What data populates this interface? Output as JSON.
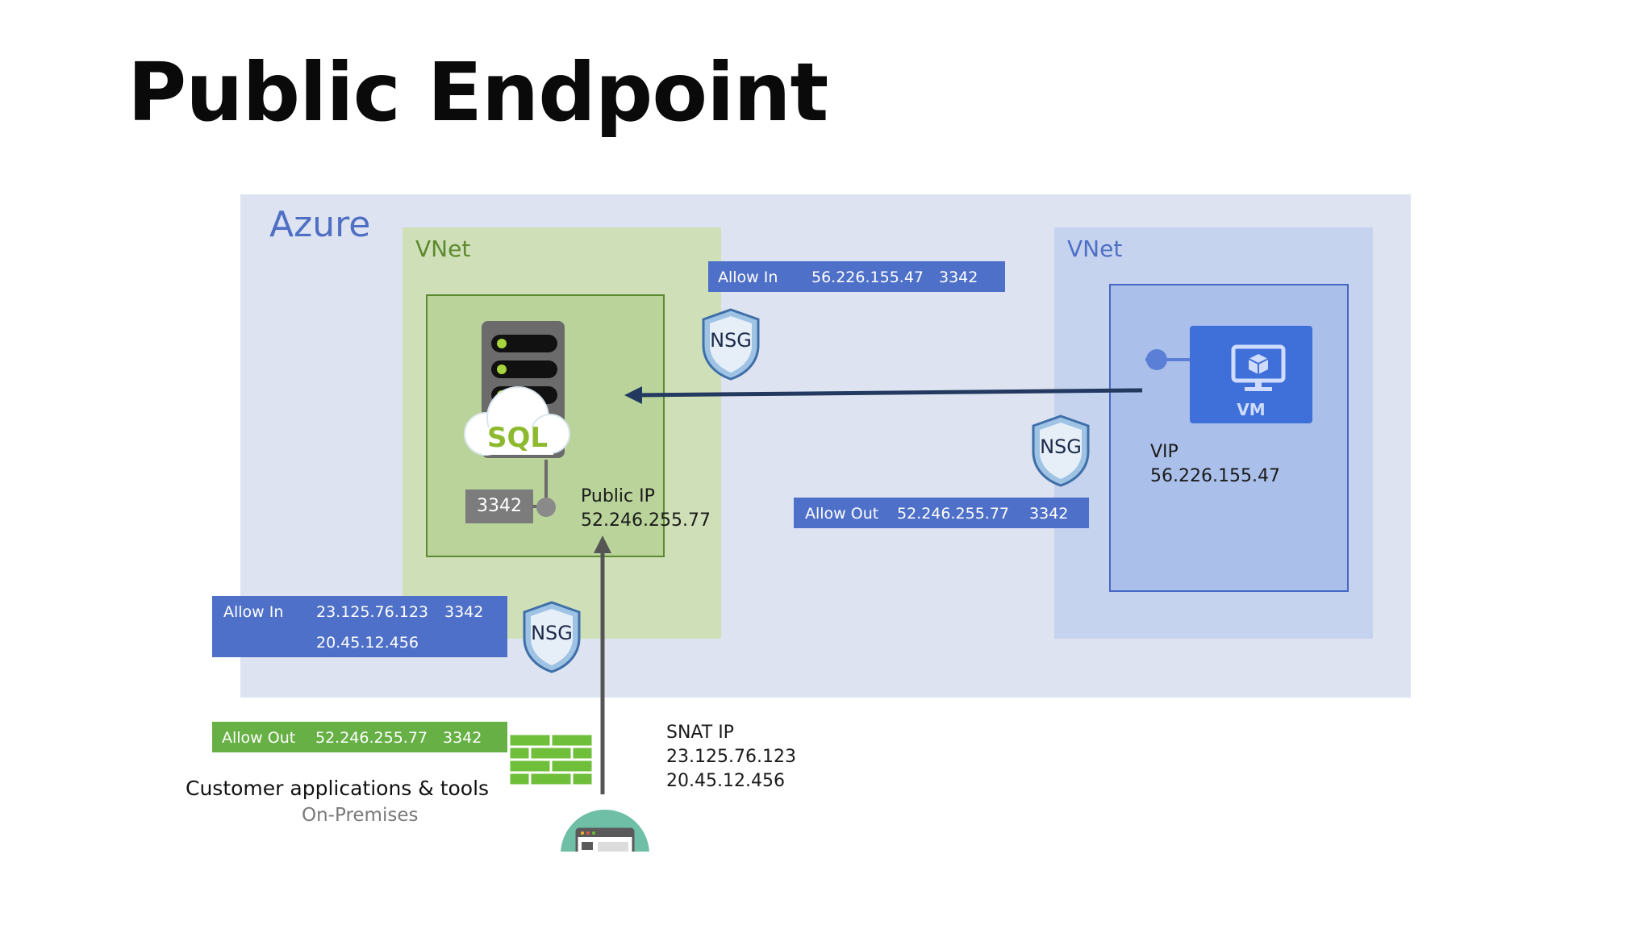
{
  "title": "Public Endpoint",
  "azure": {
    "label": "Azure"
  },
  "vnet_left": {
    "label": "VNet"
  },
  "vnet_right": {
    "label": "VNet"
  },
  "sql": {
    "icon_text": "SQL",
    "port": "3342"
  },
  "public_ip": {
    "label": "Public IP",
    "value": "52.246.255.77"
  },
  "vm": {
    "label": "VM",
    "vip_label": "VIP",
    "vip_value": "56.226.155.47"
  },
  "nsg_label": "NSG",
  "rules": {
    "vnet_allow_in": {
      "action": "Allow In",
      "ip": "56.226.155.47",
      "port": "3342"
    },
    "vm_allow_out": {
      "action": "Allow Out",
      "ip": "52.246.255.77",
      "port": "3342"
    },
    "azure_allow_in": {
      "action": "Allow In",
      "ip1": "23.125.76.123",
      "ip2": "20.45.12.456",
      "port": "3342"
    },
    "onprem_allow_out": {
      "action": "Allow Out",
      "ip": "52.246.255.77",
      "port": "3342"
    }
  },
  "snat": {
    "label": "SNAT IP",
    "ip1": "23.125.76.123",
    "ip2": "20.45.12.456"
  },
  "onprem": {
    "label": "Customer applications & tools",
    "sublabel": "On-Premises"
  },
  "colors": {
    "azure_bg": "#dde3f0",
    "vnet_left_bg": "#cfe0b9",
    "vnet_right_bg": "#c6d3ee",
    "rule_blue": "#4f70c8",
    "rule_green": "#67b045",
    "vm_blue": "#3f6fd8",
    "arrow": "#23395f"
  }
}
